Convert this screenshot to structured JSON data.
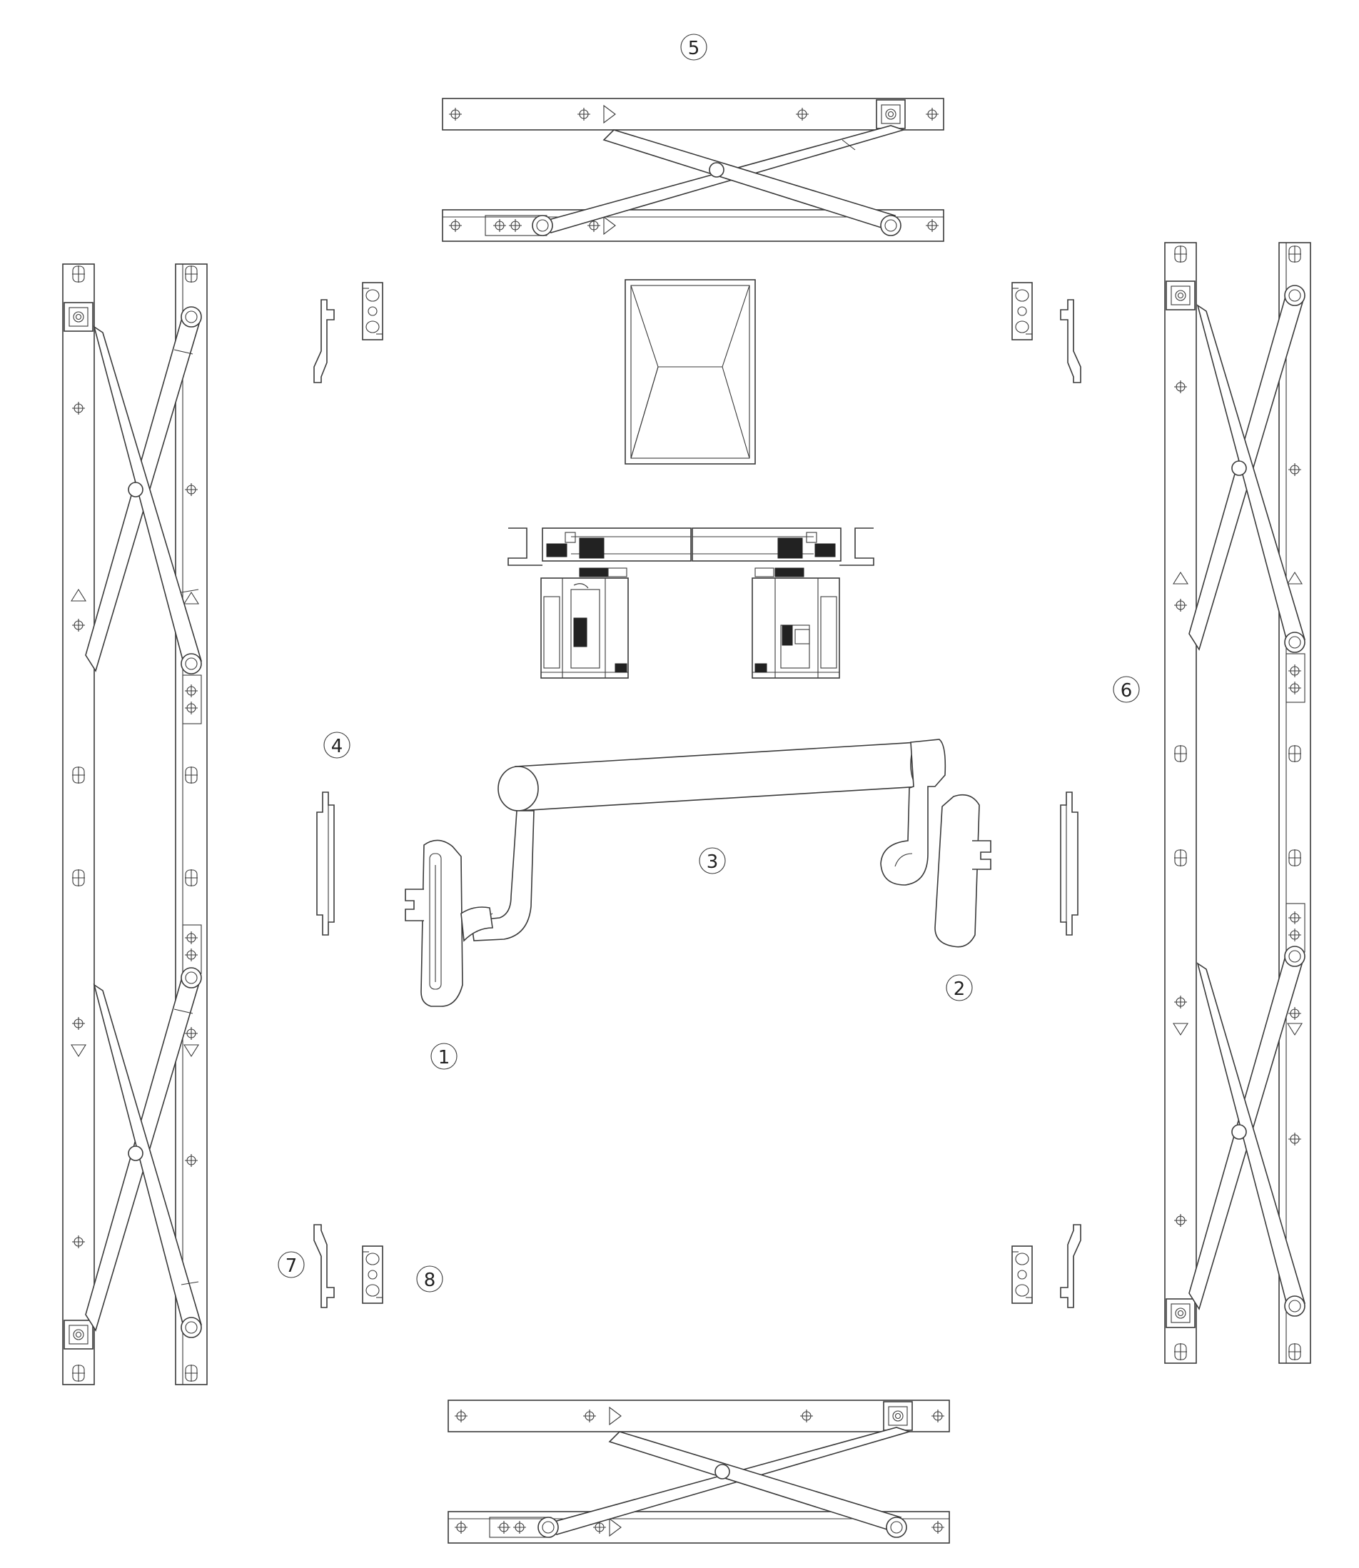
{
  "diagram": {
    "callouts": [
      {
        "id": "1",
        "label": "1"
      },
      {
        "id": "2",
        "label": "2"
      },
      {
        "id": "3",
        "label": "3"
      },
      {
        "id": "4",
        "label": "4"
      },
      {
        "id": "5",
        "label": "5"
      },
      {
        "id": "6",
        "label": "6"
      },
      {
        "id": "7",
        "label": "7"
      },
      {
        "id": "8",
        "label": "8"
      }
    ]
  },
  "colors": {
    "line": "#3a3a3a",
    "background": "#ffffff"
  }
}
